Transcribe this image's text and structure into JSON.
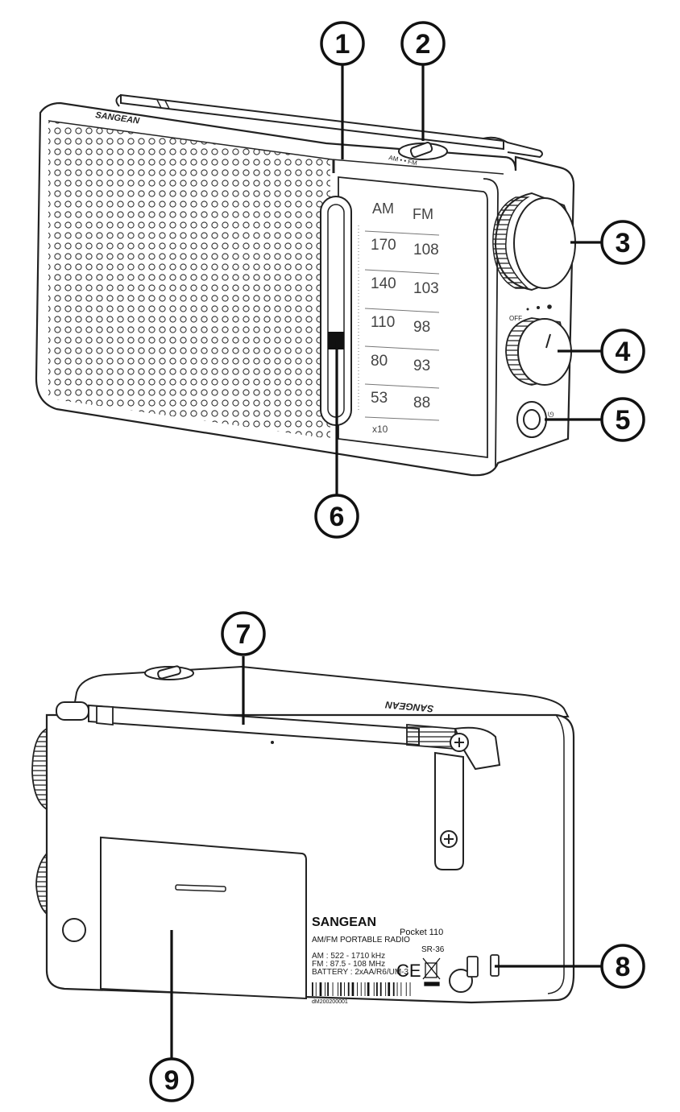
{
  "callouts": [
    {
      "id": "1",
      "label": "1"
    },
    {
      "id": "2",
      "label": "2"
    },
    {
      "id": "3",
      "label": "3"
    },
    {
      "id": "4",
      "label": "4"
    },
    {
      "id": "5",
      "label": "5"
    },
    {
      "id": "6",
      "label": "6"
    },
    {
      "id": "7",
      "label": "7"
    },
    {
      "id": "8",
      "label": "8"
    },
    {
      "id": "9",
      "label": "9"
    }
  ],
  "front": {
    "brand": "SANGEAN",
    "band_switch": "AM • • FM",
    "dial": {
      "am_header": "AM",
      "fm_header": "FM",
      "am": [
        "170",
        "140",
        "110",
        "80",
        "53"
      ],
      "fm": [
        "108",
        "103",
        "98",
        "93",
        "88"
      ],
      "multiplier": "x10"
    },
    "volume_off": "OFF"
  },
  "back": {
    "brand": "SANGEAN",
    "model_name": "Pocket 110",
    "model_code": "SR-36",
    "product": "AM/FM PORTABLE RADIO",
    "spec_am": "AM : 522 - 1710 kHz",
    "spec_fm": "FM : 87.5 - 108 MHz",
    "spec_battery": "BATTERY : 2xAA/R6/UM-3",
    "ce_mark": "CE",
    "serial": "dM200200001",
    "top_brand": "SANGEAN"
  }
}
